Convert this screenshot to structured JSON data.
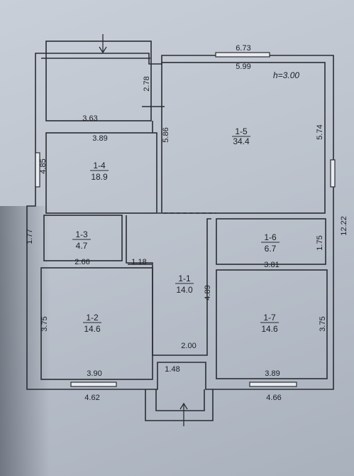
{
  "plan": {
    "height_note": "h=3.00",
    "rooms": [
      {
        "id": "1-1",
        "area": "14.0"
      },
      {
        "id": "1-2",
        "area": "14.6"
      },
      {
        "id": "1-3",
        "area": "4.7"
      },
      {
        "id": "1-4",
        "area": "18.9"
      },
      {
        "id": "1-5",
        "area": "34.4"
      },
      {
        "id": "1-6",
        "area": "6.7"
      },
      {
        "id": "1-7",
        "area": "14.6"
      }
    ],
    "dimensions": {
      "d_6_73": "6.73",
      "d_5_99": "5.99",
      "d_2_78": "2.78",
      "d_3_63": "3.63",
      "d_3_89_top": "3.89",
      "d_5_86": "5.86",
      "d_5_74": "5.74",
      "d_4_85": "4.85",
      "d_12_22": "12.22",
      "d_1_77": "1.77",
      "d_2_66": "2.66",
      "d_1_18": "1.18",
      "d_1_75": "1.75",
      "d_3_81": "3.81",
      "d_4_89": "4.89",
      "d_3_75_left": "3.75",
      "d_3_75_right": "3.75",
      "d_2_00": "2.00",
      "d_1_48": "1.48",
      "d_3_90": "3.90",
      "d_3_89_bottom": "3.89",
      "d_4_62": "4.62",
      "d_4_66": "4.66"
    }
  }
}
